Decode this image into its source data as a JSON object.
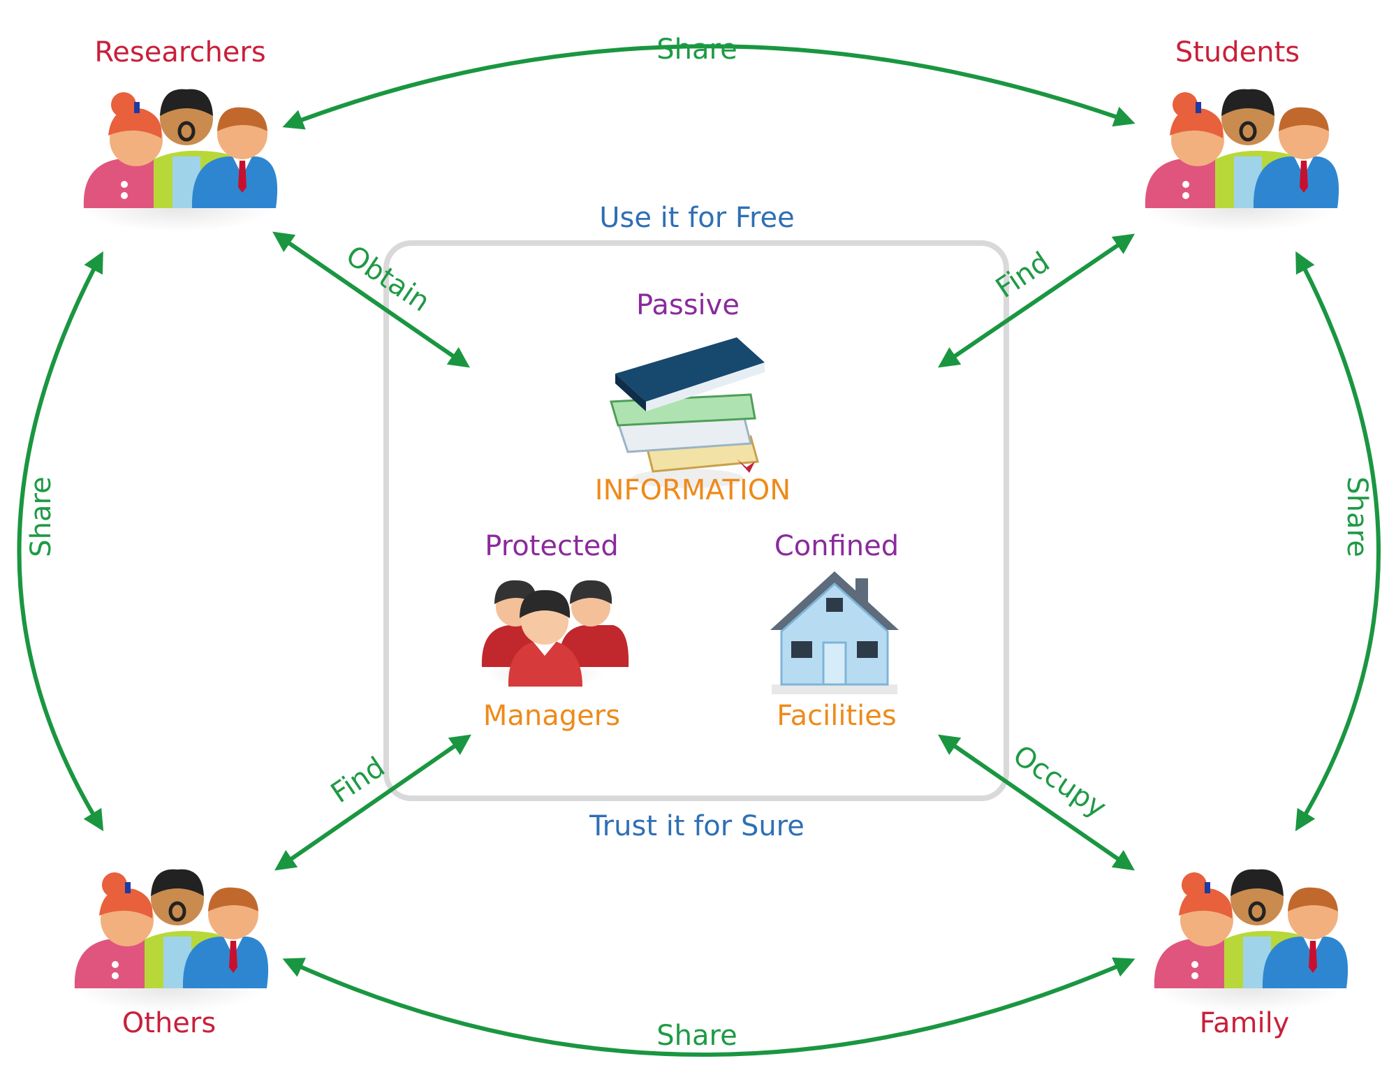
{
  "colors": {
    "arrow": "#1a9641",
    "group_label": "#c8203a",
    "edge_label": "#1e9a45",
    "purple_label": "#8a2a9c",
    "orange_label": "#ee8a1a",
    "blue_label": "#2f6fb5",
    "box_border": "#d9d9d9"
  },
  "groups": {
    "researchers": "Researchers",
    "students": "Students",
    "others": "Others",
    "family": "Family"
  },
  "edges": {
    "top_share": "Share",
    "bottom_share": "Share",
    "left_share": "Share",
    "right_share": "Share",
    "obtain": "Obtain",
    "find_top": "Find",
    "find_bottom": "Find",
    "occupy": "Occupy"
  },
  "box": {
    "top_caption": "Use it for Free",
    "bottom_caption": "Trust it for Sure"
  },
  "center": {
    "passive": "Passive",
    "information": "INFORMATION",
    "protected": "Protected",
    "managers": "Managers",
    "confined": "Confined",
    "facilities": "Facilities"
  },
  "icons": {
    "people_group": "people-group-icon",
    "books": "books-icon",
    "managers": "managers-icon",
    "house": "house-icon"
  }
}
